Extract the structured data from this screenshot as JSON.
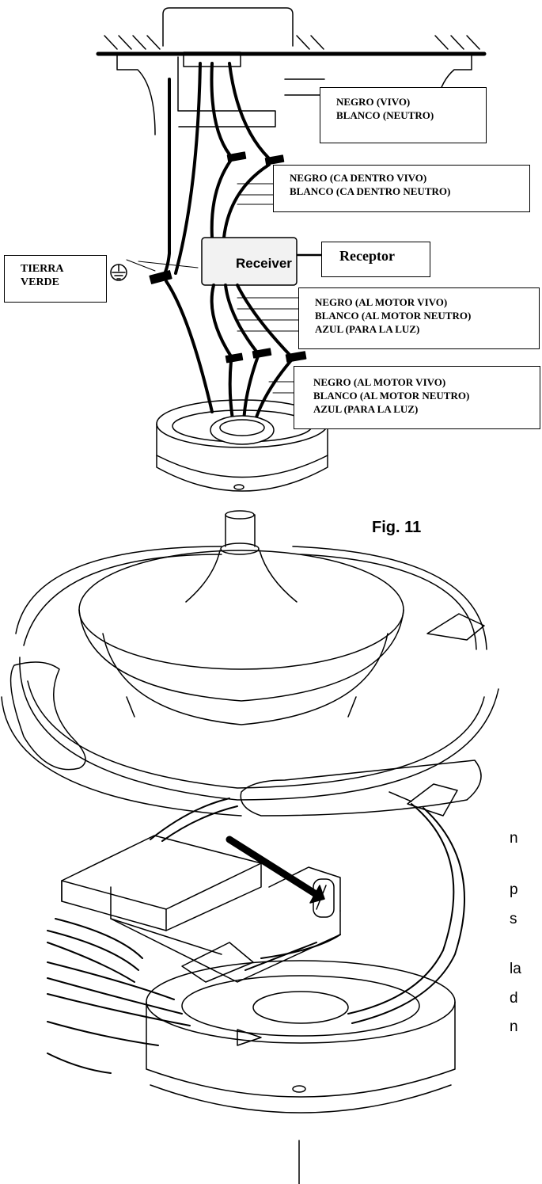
{
  "labels": {
    "live_neutral": [
      "NEGRO (VIVO)",
      "BLANCO (NEUTRO)"
    ],
    "ac_in": [
      "NEGRO (CA DENTRO VIVO)",
      "BLANCO (CA DENTRO NEUTRO)"
    ],
    "receiver_caption": "Receptor",
    "receiver_box": "Receiver",
    "ground": [
      "TIERRA",
      "VERDE"
    ],
    "to_motor_1": [
      "NEGRO (AL MOTOR VIVO)",
      "BLANCO (AL MOTOR NEUTRO)",
      "AZUL (PARA LA LUZ)"
    ],
    "to_motor_2": [
      "NEGRO (AL MOTOR VIVO)",
      "BLANCO (AL MOTOR NEUTRO)",
      "AZUL (PARA LA LUZ)"
    ]
  },
  "figure_label": "Fig. 11",
  "side_text": [
    "n",
    "p",
    "s",
    "la",
    "d",
    "n"
  ]
}
